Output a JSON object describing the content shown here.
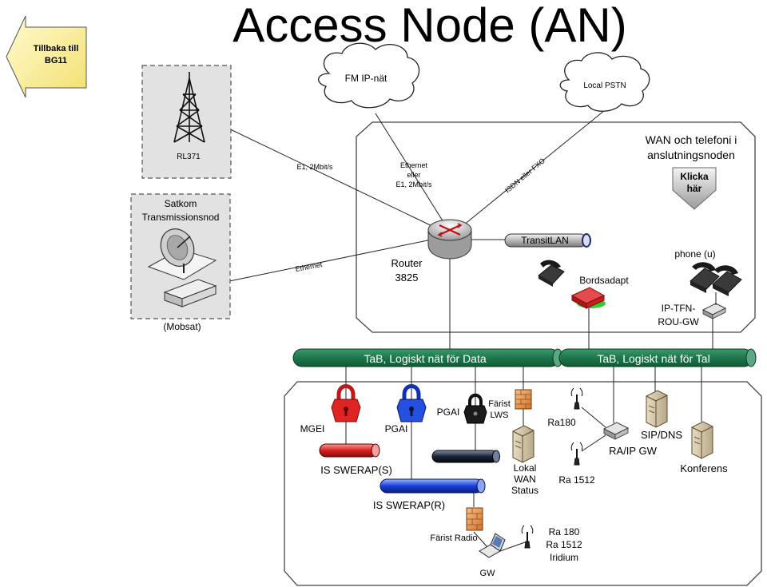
{
  "title": "Access Node (AN)",
  "back_button": {
    "line1": "Tillbaka till",
    "line2": "BG11"
  },
  "clouds": {
    "fm_ip": "FM IP-nät",
    "pstn": "Local PSTN"
  },
  "node_box": {
    "line1": "WAN och telefoni i",
    "line2": "anslutningsnoden"
  },
  "klicka": {
    "line1": "Klicka",
    "line2": "här"
  },
  "rl371": "RL371",
  "satkom": {
    "line1": "Satkom",
    "line2": "Transmissionsnod",
    "caption": "(Mobsat)"
  },
  "links": {
    "e1_rl": "E1, 2Mbit/s",
    "ethernet_sat": "Ethernet",
    "eth_or_e1": {
      "line1": "Ethernet",
      "line2": "eller",
      "line3": "E1, 2Mbit/s"
    },
    "isdn_fxo": "ISDN eller FXO"
  },
  "router": {
    "line1": "Router",
    "line2": "3825"
  },
  "transit_lan": "TransitLAN",
  "bordsadapt": "Bordsadapt",
  "phones": "phone (u)",
  "ip_tfn": {
    "line1": "IP-TFN-",
    "line2": "ROU-GW"
  },
  "bus_data": "TaB, Logiskt nät för Data",
  "bus_tal": "TaB, Logiskt nät för Tal",
  "lower": {
    "mgei": "MGEI",
    "pgai_blue": "PGAI",
    "pgai_black": "PGAI",
    "farist_lws": {
      "line1": "Färist",
      "line2": "LWS"
    },
    "swerap_s": "IS SWERAP(S)",
    "swerap_r": "IS SWERAP(R)",
    "lokal_wan": {
      "line1": "Lokal",
      "line2": "WAN",
      "line3": "Status"
    },
    "ra180": "Ra180",
    "ra1512": "Ra 1512",
    "ra_ip_gw": "RA/IP GW",
    "sip_dns": "SIP/DNS",
    "konferens": "Konferens",
    "farist_radio": "Färist Radio",
    "gw": "GW",
    "radio_list": {
      "line1": "Ra 180",
      "line2": "Ra 1512",
      "line3": "Iridium"
    }
  }
}
